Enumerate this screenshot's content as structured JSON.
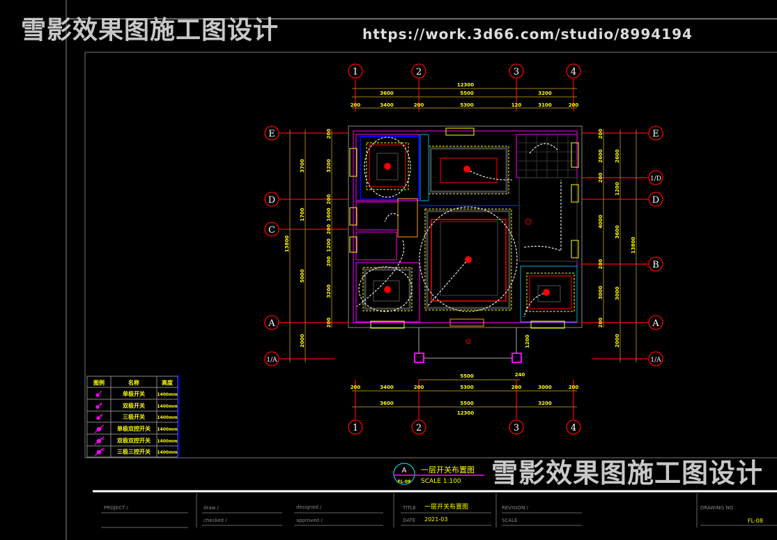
{
  "watermark": {
    "text": "雪影效果图施工图设计",
    "url": "https://work.3d66.com/studio/8994194"
  },
  "axes": {
    "columns": [
      "1",
      "2",
      "3",
      "4"
    ],
    "rows_left": [
      "E",
      "D",
      "C",
      "A",
      "1/A"
    ],
    "rows_right": [
      "E",
      "1/D",
      "D",
      "B",
      "A",
      "1/A"
    ]
  },
  "dims_top": {
    "total": "12300",
    "bays": [
      "3600",
      "5500",
      "3200"
    ],
    "detail": [
      "200",
      "3400",
      "200",
      "5300",
      "120",
      "3100",
      "200"
    ]
  },
  "dims_bottom": {
    "top": [
      "5500",
      "240"
    ],
    "detail": [
      "200",
      "3400",
      "200",
      "5300",
      "200",
      "3000",
      "200"
    ],
    "bays": [
      "3600",
      "5500",
      "3200"
    ],
    "total": "12300"
  },
  "dims_left": {
    "total": "13800",
    "bays": [
      "3700",
      "1700",
      "5000",
      "2000"
    ],
    "detail": [
      "200",
      "3200",
      "200",
      "1600",
      "200",
      "1200",
      "200",
      "3200",
      "200"
    ]
  },
  "dims_right": {
    "total": "13800",
    "bays": [
      "2600",
      "1200",
      "3600",
      "3000",
      "2000"
    ],
    "detail": [
      "200",
      "2600",
      "200",
      "4000",
      "200",
      "3000",
      "200"
    ]
  },
  "misc": {
    "elev_mark": "1200"
  },
  "legend": {
    "headers": [
      "图例",
      "名称",
      "高度"
    ],
    "rows": [
      {
        "name": "单极开关",
        "height": "1400mm"
      },
      {
        "name": "双极开关",
        "height": "1400mm"
      },
      {
        "name": "三极开关",
        "height": "1400mm"
      },
      {
        "name": "单极双控开关",
        "height": "1400mm"
      },
      {
        "name": "双极双控开关",
        "height": "1400mm"
      },
      {
        "name": "三极三控开关",
        "height": "1400mm"
      }
    ]
  },
  "view_tag": {
    "letter": "A",
    "sheet": "FL-08",
    "title": "一层开关布置图",
    "scale": "SCALE 1:100"
  },
  "title_block": {
    "project": "PROJECT /",
    "draw": "draw  /",
    "checked": "checked /",
    "designed": "designed /",
    "approved": "approved /",
    "title_label": "TITLE",
    "title_value": "一层开关布置图",
    "date_label": "DATE",
    "date_value": "2021-03",
    "revision": "REVISION /",
    "scale_label": "SCALE",
    "drawing_no_label": "DRAWING NO.",
    "drawing_no": "FL-08"
  },
  "colors": {
    "red": "#ff0000",
    "yellow": "#ffff00",
    "magenta": "#ff00ff",
    "blue": "#0000ff",
    "cyan": "#00aacc",
    "dim": "#a08020"
  }
}
